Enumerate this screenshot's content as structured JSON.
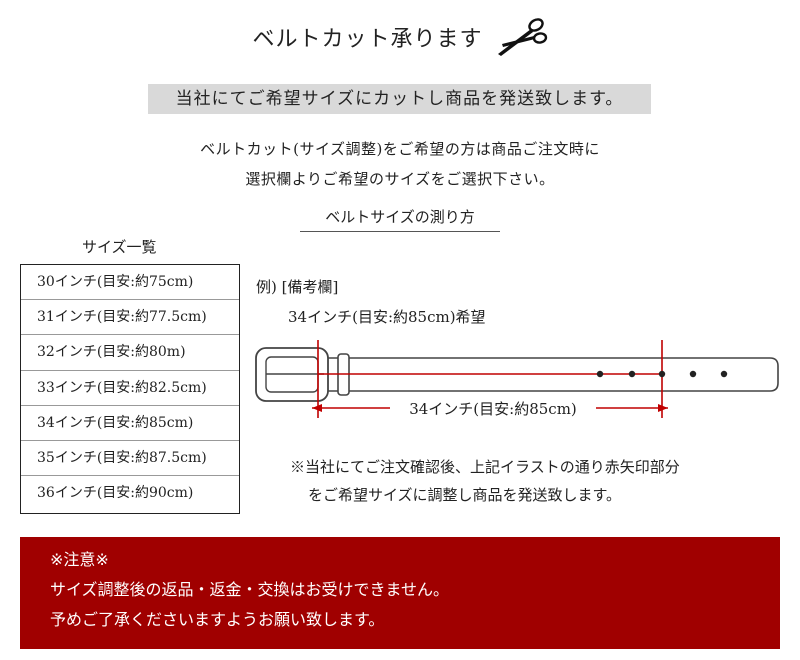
{
  "header": {
    "title": "ベルトカット承ります",
    "subtitle": "当社にてご希望サイズにカットし商品を発送致します。"
  },
  "intro": {
    "line1": "ベルトカット(サイズ調整)をご希望の方は商品ご注文時に",
    "line2": "選択欄よりご希望のサイズをご選択下さい。"
  },
  "measure_heading": "ベルトサイズの測り方",
  "size_list": {
    "heading": "サイズ一覧",
    "items": [
      "30インチ(目安:約75cm)",
      "31インチ(目安:約77.5cm)",
      "32インチ(目安:約80m)",
      "33インチ(目安:約82.5cm)",
      "34インチ(目安:約85cm)",
      "35インチ(目安:約87.5cm)",
      "36インチ(目安:約90cm)"
    ]
  },
  "example": {
    "label": "例) [備考欄]",
    "value": "34インチ(目安:約85cm)希望",
    "arrow_label": "34インチ(目安:約85cm)"
  },
  "notes": {
    "line1": "※当社にてご注文確認後、上記イラストの通り赤矢印部分",
    "line2": "をご希望サイズに調整し商品を発送致します。"
  },
  "caution": {
    "title": "※注意※",
    "line1": "サイズ調整後の返品・返金・交換はお受けできません。",
    "line2": "予めご了承くださいますようお願い致します。"
  },
  "icons": {
    "title_icon": "scissors-icon",
    "diagram": "belt-diagram"
  },
  "colors": {
    "accent_red": "#c00000",
    "caution_bg": "#a00000",
    "band_gray": "#d9d9d9"
  }
}
